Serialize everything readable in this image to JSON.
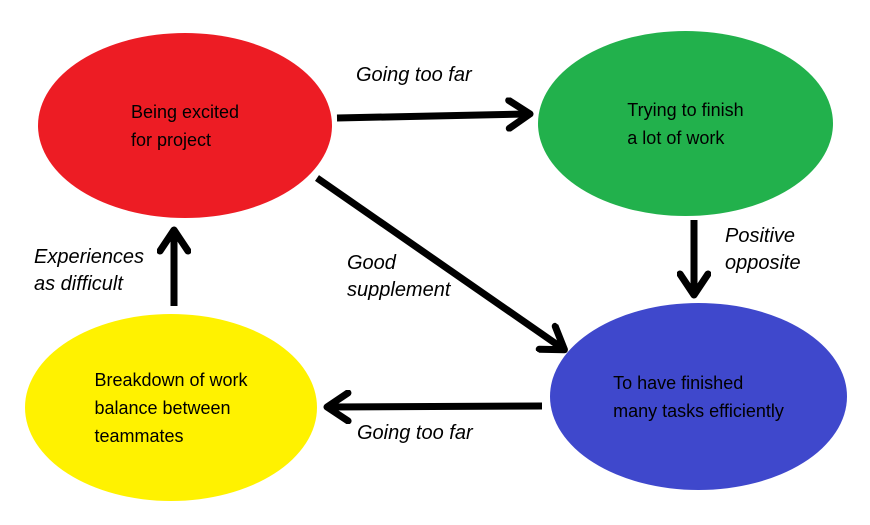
{
  "diagram": {
    "background": "#ffffff",
    "stroke_color": "#000000",
    "text_color": "#000000",
    "nodes": [
      {
        "id": "being-excited",
        "color": "#ED1C24",
        "lines": [
          "Being excited",
          "for project"
        ]
      },
      {
        "id": "trying-to-finish",
        "color": "#22B14C",
        "lines": [
          "Trying to finish",
          "a lot of work"
        ]
      },
      {
        "id": "finished-tasks",
        "color": "#3F48CC",
        "lines": [
          "To have finished",
          "many tasks efficiently"
        ]
      },
      {
        "id": "work-breakdown",
        "color": "#FFF200",
        "lines": [
          "Breakdown of work",
          "balance between",
          "teammates"
        ]
      }
    ],
    "edges": [
      {
        "id": "excited-to-trying",
        "from": "being-excited",
        "to": "trying-to-finish",
        "label_lines": [
          "Going too far"
        ]
      },
      {
        "id": "trying-to-finished",
        "from": "trying-to-finish",
        "to": "finished-tasks",
        "label_lines": [
          "Positive",
          "opposite"
        ]
      },
      {
        "id": "excited-to-finished",
        "from": "being-excited",
        "to": "finished-tasks",
        "label_lines": [
          "Good",
          "supplement"
        ]
      },
      {
        "id": "finished-to-breakdown",
        "from": "finished-tasks",
        "to": "work-breakdown",
        "label_lines": [
          "Going too far"
        ]
      },
      {
        "id": "breakdown-to-excited",
        "from": "work-breakdown",
        "to": "being-excited",
        "label_lines": [
          "Experiences",
          "as difficult"
        ]
      }
    ]
  }
}
